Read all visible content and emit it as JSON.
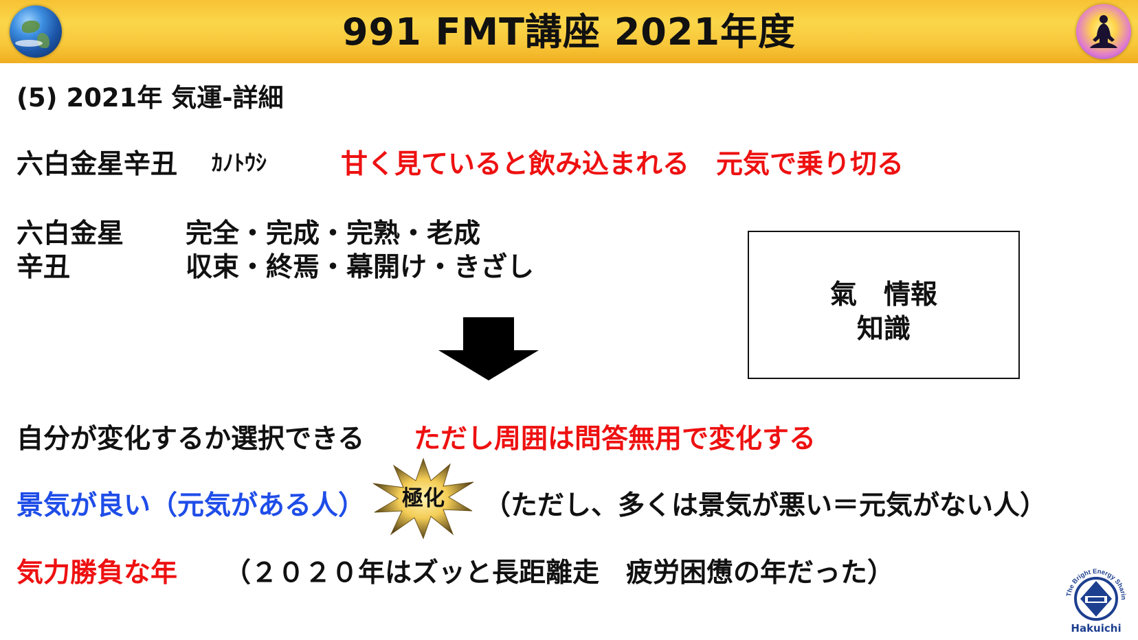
{
  "header": {
    "title": "991 FMT講座 2021年度",
    "globe_icon": "earth-globe-icon",
    "meditator_icon": "meditation-figure-icon",
    "bg_color": "#f8c73a"
  },
  "subtitle": "(5) 2021年 気運-詳細",
  "line1": {
    "label": "六白金星辛丑",
    "reading": "ｶﾉﾄｳｼ",
    "red_text": "甘く見ていると飲み込まれる　元気で乗り切る"
  },
  "line2": {
    "label": "六白金星",
    "value": "完全・完成・完熟・老成"
  },
  "line3": {
    "label": "辛丑",
    "value": "収束・終焉・幕開け・きざし"
  },
  "box": {
    "line1": "氣　情報",
    "line2": "知識"
  },
  "arrow_icon": "down-arrow-icon",
  "line4": {
    "black_text": "自分が変化するか選択できる",
    "red_text": "ただし周囲は問答無用で変化する"
  },
  "line5": {
    "blue_text": "景気が良い（元気がある人）",
    "burst_label": "極化",
    "black_text": "（ただし、多くは景気が悪い＝元気がない人）"
  },
  "line6": {
    "red_text": "気力勝負な年",
    "black_text": "（２０２０年はズッと長距離走　疲労困憊の年だった）"
  },
  "logo": {
    "ring_text": "The Bright Energy Sharing",
    "name": "Hakuichi"
  },
  "colors": {
    "red": "#ee1111",
    "blue": "#1f4de8",
    "logo_blue": "#1d3f8f"
  }
}
